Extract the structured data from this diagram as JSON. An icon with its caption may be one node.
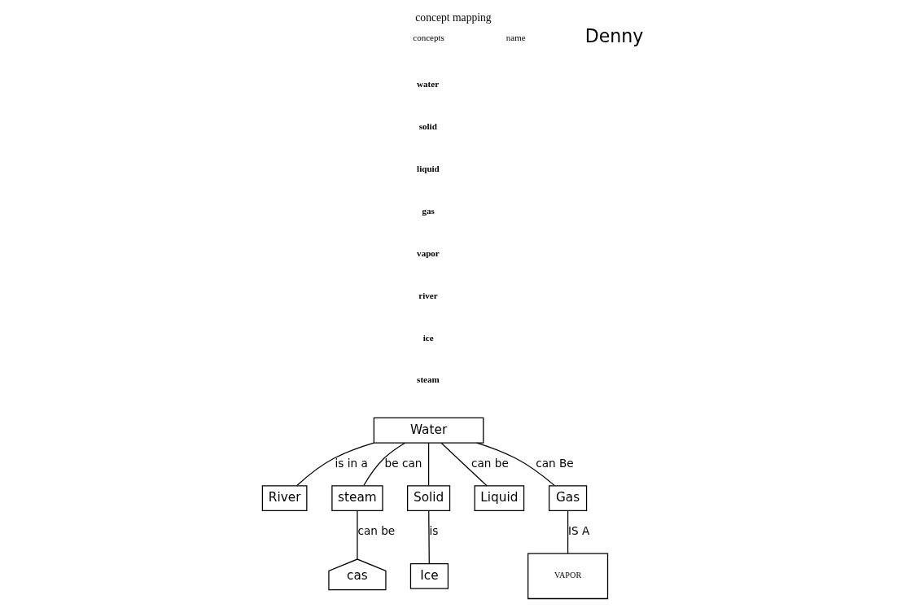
{
  "diagram": {
    "title": "concept mapping",
    "nodes": [
      {
        "text": [
          "Water"
        ]
      },
      {
        "text": [
          "River"
        ]
      },
      {
        "text": [
          "steam"
        ]
      },
      {
        "text": [
          "cas"
        ]
      },
      {
        "text": [
          "Solid"
        ]
      },
      {
        "text": [
          "Ice"
        ]
      },
      {
        "text": [
          "Liquid"
        ]
      },
      {
        "text": [
          "Gas"
        ]
      },
      {
        "text": [
          "VAPOR"
        ]
      }
    ],
    "edges": [
      {
        "from": 0,
        "to": 2,
        "arrow": "none",
        "label": "be can"
      },
      {
        "from": 0,
        "to": 1,
        "arrow": "none",
        "label": "is in a"
      },
      {
        "from": 2,
        "to": 3,
        "arrow": "none",
        "label": "can be"
      },
      {
        "from": 0,
        "to": 4,
        "arrow": "none"
      },
      {
        "from": 4,
        "to": 5,
        "arrow": "none",
        "label": "is"
      },
      {
        "from": 0,
        "to": 6,
        "arrow": "none",
        "label": "can be"
      },
      {
        "from": 0,
        "to": 7,
        "arrow": "none",
        "label": "can Be"
      },
      {
        "from": 7,
        "to": 8,
        "arrow": "none",
        "label": "IS A"
      }
    ],
    "labels": [
      "concepts",
      "name",
      "Denny",
      "water",
      "solid",
      "liquid",
      "gas",
      "vapor",
      "river",
      "ice",
      "steam"
    ]
  }
}
